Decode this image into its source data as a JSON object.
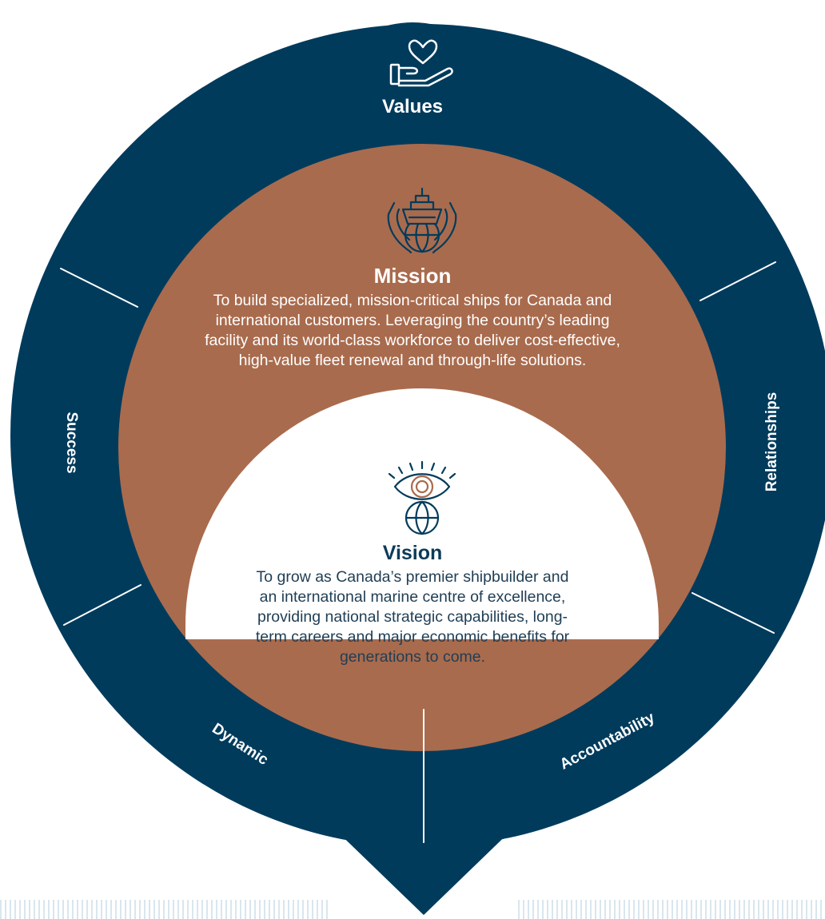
{
  "values": {
    "title": "Values"
  },
  "mission": {
    "title": "Mission",
    "text": "To build specialized, mission-critical ships for Canada and international customers. Leveraging the country’s leading facility and its world-class workforce to deliver cost-effective, high-value fleet renewal and through-life solutions."
  },
  "vision": {
    "title": "Vision",
    "text": "To grow as Canada’s premier shipbuilder and an international marine centre of excellence, providing national strategic capabilities, long-term careers and major economic benefits for generations to come."
  },
  "value_labels": {
    "success": "Success",
    "relationships": "Relationships",
    "dynamic": "Dynamic",
    "accountability": "Accountability"
  },
  "icons": {
    "values": "hand-heart-icon",
    "mission": "ship-in-hands-icon",
    "vision": "eye-globe-icon"
  },
  "colors": {
    "navy": "#003b5c",
    "copper": "#a96b4d",
    "white": "#ffffff",
    "stripe": "#d9e6ee"
  }
}
